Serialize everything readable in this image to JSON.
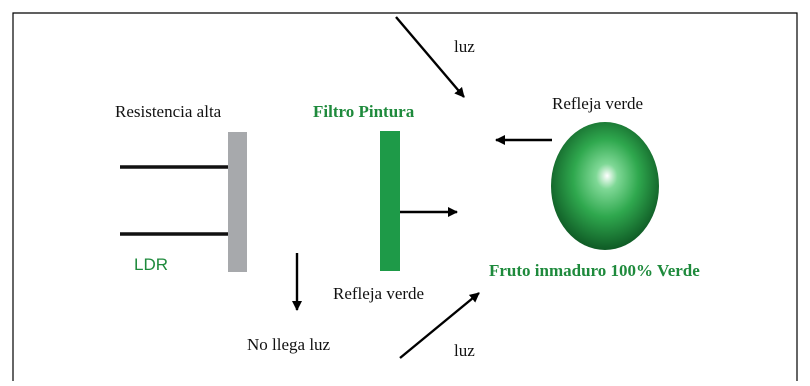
{
  "labels": {
    "luz_top": "luz",
    "luz_bottom": "luz",
    "resistencia_alta": "Resistencia alta",
    "filtro_pintura": "Filtro Pintura",
    "refleja_verde_top": "Refleja verde",
    "refleja_verde_bottom": "Refleja verde",
    "ldr": "LDR",
    "no_llega_luz": "No llega luz",
    "fruto": "Fruto inmaduro 100% Verde"
  },
  "colors": {
    "frame": "#000000",
    "ldr_body": "#a7a9ac",
    "filter": "#1e9a48",
    "green_text": "#1e8a3c",
    "fruit_center": "#ffffff",
    "fruit_mid": "#2fa84e",
    "fruit_edge": "#0f5a25"
  }
}
